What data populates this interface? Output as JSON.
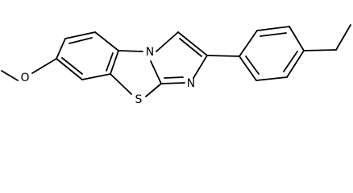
{
  "molecule": {
    "atoms": {
      "n": "N",
      "s": "S",
      "o": "O"
    }
  }
}
